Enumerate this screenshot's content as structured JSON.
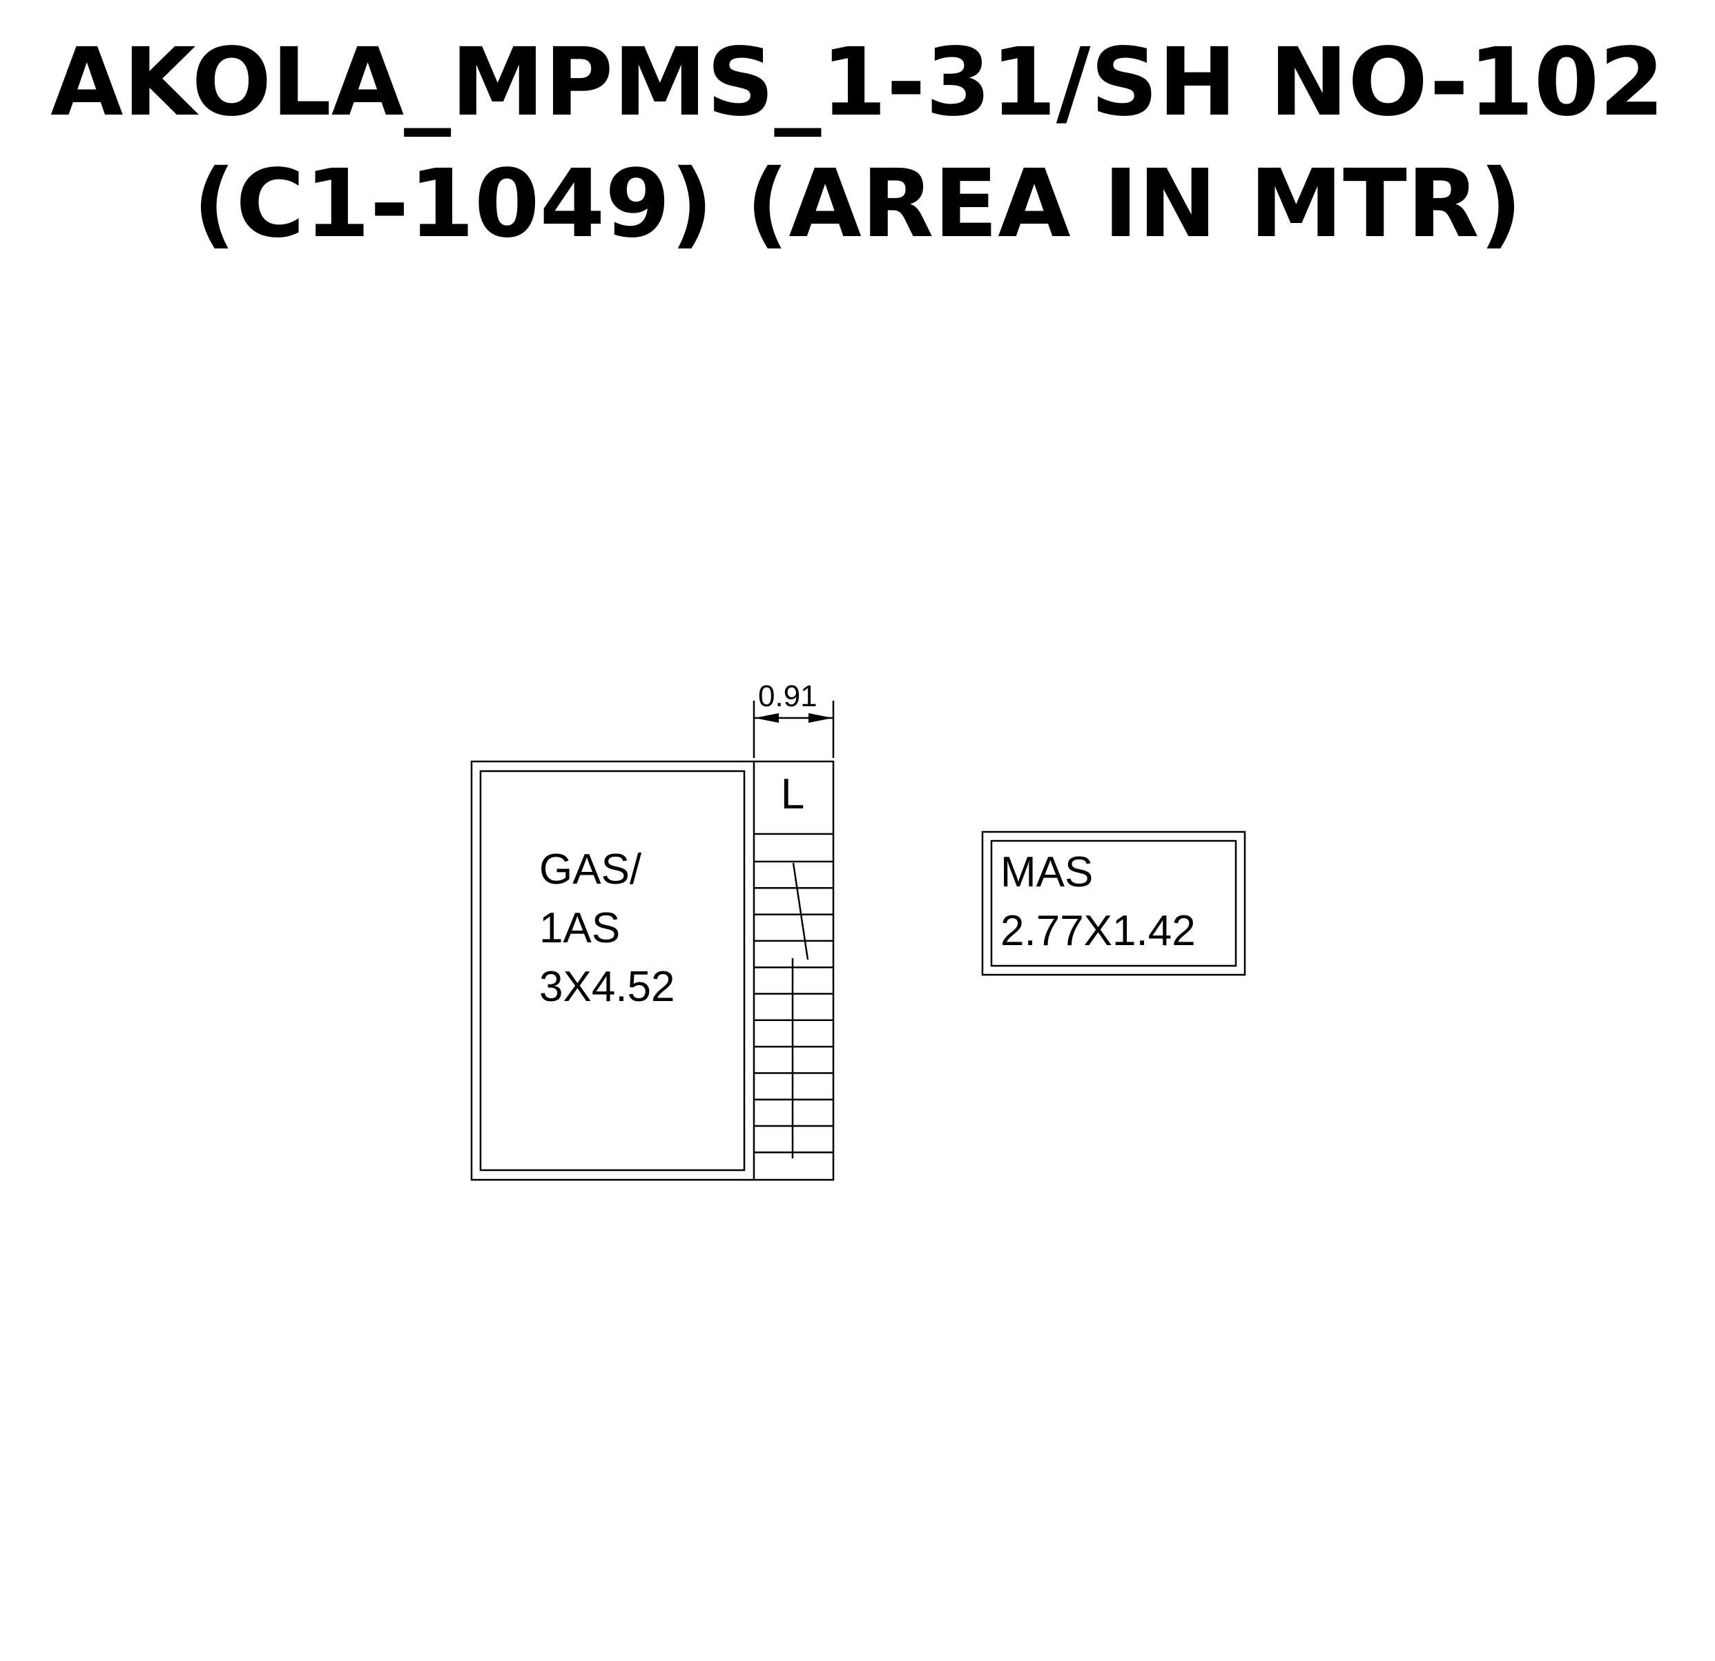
{
  "title": {
    "line1": "AKOLA_MPMS_1-31/SH NO-102",
    "line2": "(C1-1049) (AREA IN MTR)"
  },
  "plan": {
    "rooms": [
      {
        "label_lines": [
          "GAS/",
          "1AS",
          "3X4.52"
        ]
      },
      {
        "label_lines": [
          "MAS",
          "2.77X1.42"
        ]
      }
    ],
    "stair_label": "L",
    "dimension_label": "0.91"
  }
}
